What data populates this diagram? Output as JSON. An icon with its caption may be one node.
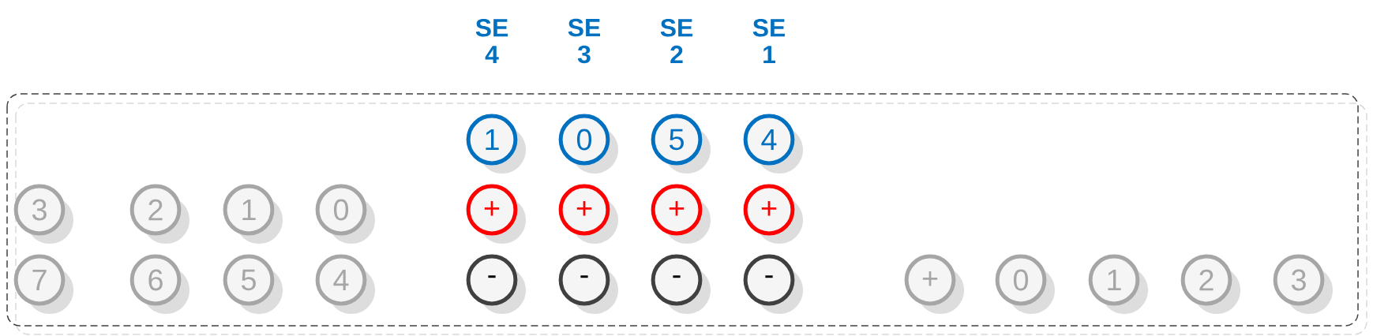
{
  "diagram": {
    "nodes": [
      {
        "text": [
          "1"
        ]
      },
      {
        "text": [
          "0"
        ]
      },
      {
        "text": [
          "5"
        ]
      },
      {
        "text": [
          "4"
        ]
      },
      {
        "text": [
          "3"
        ]
      },
      {
        "text": [
          "2"
        ]
      },
      {
        "text": [
          "1"
        ]
      },
      {
        "text": [
          "0"
        ]
      },
      {
        "text": [
          "+"
        ]
      },
      {
        "text": [
          "+"
        ]
      },
      {
        "text": [
          "+"
        ]
      },
      {
        "text": [
          "+"
        ]
      },
      {
        "text": [
          "7"
        ]
      },
      {
        "text": [
          "6"
        ]
      },
      {
        "text": [
          "5"
        ]
      },
      {
        "text": [
          "4"
        ]
      },
      {
        "text": [
          "-"
        ]
      },
      {
        "text": [
          "-"
        ]
      },
      {
        "text": [
          "-"
        ]
      },
      {
        "text": [
          "-"
        ]
      },
      {
        "text": [
          "+"
        ]
      },
      {
        "text": [
          "0"
        ]
      },
      {
        "text": [
          "1"
        ]
      },
      {
        "text": [
          "2"
        ]
      },
      {
        "text": [
          "3"
        ]
      }
    ],
    "labels": [
      "SE 4",
      "SE 3",
      "SE 2",
      "SE 1"
    ]
  }
}
